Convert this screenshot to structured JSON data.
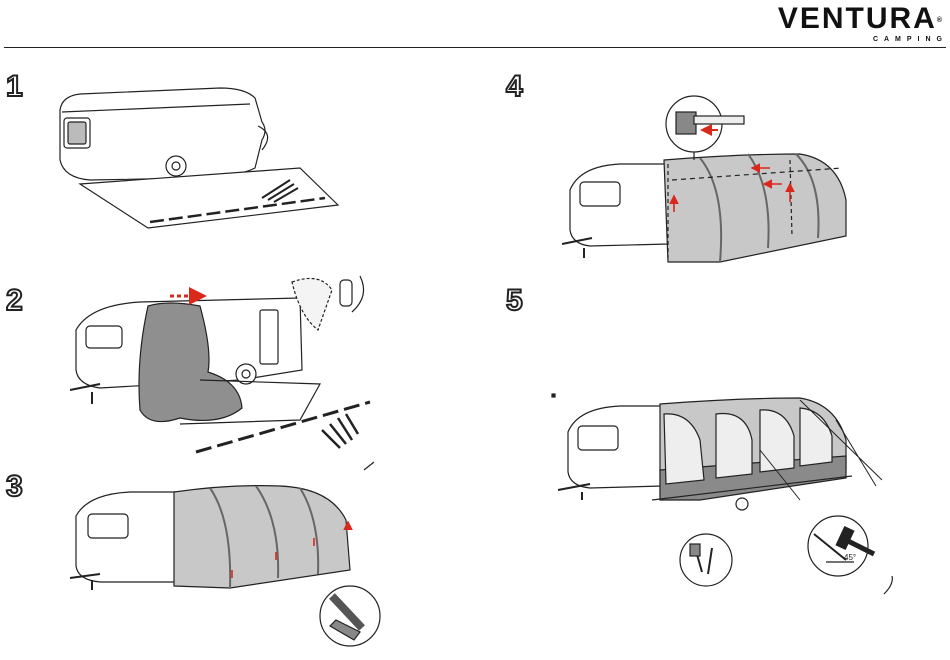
{
  "header": {
    "brand_name": "VENTURA",
    "brand_mark": "®",
    "brand_sub": "CAMPING"
  },
  "steps": [
    {
      "number": "1"
    },
    {
      "number": "2"
    },
    {
      "number": "3"
    },
    {
      "number": "4"
    },
    {
      "number": "5"
    }
  ],
  "annotations": {
    "peg_angle": "45°"
  },
  "colors": {
    "accent_red": "#d9291c",
    "awning_grey": "#c8c8c8",
    "awning_dark": "#8a8a8a",
    "line": "#222222"
  }
}
